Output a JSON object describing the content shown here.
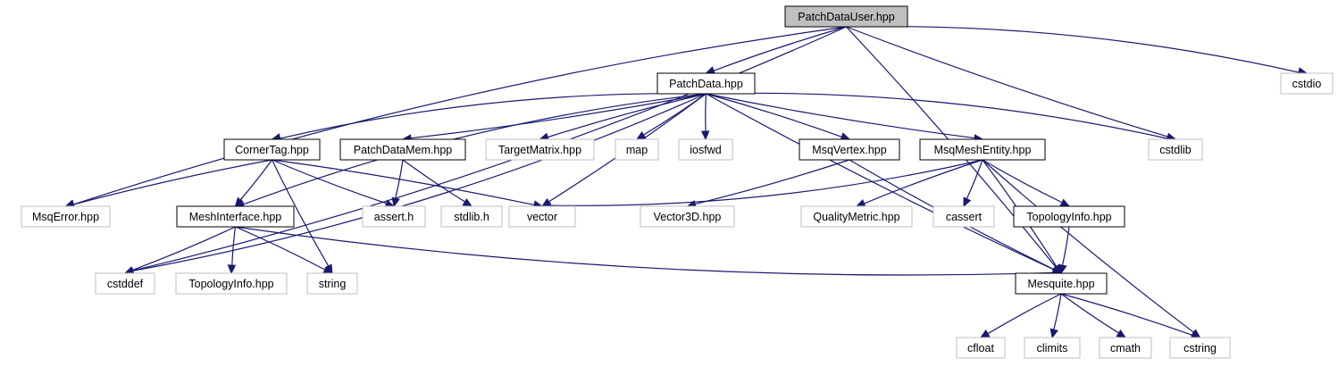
{
  "colors": {
    "edge": "#191970",
    "documented_border": "#000000",
    "external_border": "#bfbfbf",
    "root_fill": "#bfbfbf",
    "node_fill": "#ffffff",
    "text": "#000000"
  },
  "nodes": [
    {
      "id": "PatchDataUser",
      "label": "PatchDataUser.hpp",
      "kind": "root"
    },
    {
      "id": "PatchData",
      "label": "PatchData.hpp",
      "kind": "documented"
    },
    {
      "id": "cstdio",
      "label": "cstdio",
      "kind": "external"
    },
    {
      "id": "CornerTag",
      "label": "CornerTag.hpp",
      "kind": "documented"
    },
    {
      "id": "PatchDataMem",
      "label": "PatchDataMem.hpp",
      "kind": "documented"
    },
    {
      "id": "TargetMatrix",
      "label": "TargetMatrix.hpp",
      "kind": "external"
    },
    {
      "id": "map",
      "label": "map",
      "kind": "external"
    },
    {
      "id": "iosfwd",
      "label": "iosfwd",
      "kind": "external"
    },
    {
      "id": "MsqVertex",
      "label": "MsqVertex.hpp",
      "kind": "documented"
    },
    {
      "id": "MsqMeshEntity",
      "label": "MsqMeshEntity.hpp",
      "kind": "documented"
    },
    {
      "id": "cstdlib",
      "label": "cstdlib",
      "kind": "external"
    },
    {
      "id": "MsqError",
      "label": "MsqError.hpp",
      "kind": "external"
    },
    {
      "id": "MeshInterface",
      "label": "MeshInterface.hpp",
      "kind": "documented"
    },
    {
      "id": "assert_h",
      "label": "assert.h",
      "kind": "external"
    },
    {
      "id": "stdlib_h",
      "label": "stdlib.h",
      "kind": "external"
    },
    {
      "id": "vector",
      "label": "vector",
      "kind": "external"
    },
    {
      "id": "Vector3D",
      "label": "Vector3D.hpp",
      "kind": "external"
    },
    {
      "id": "QualityMetric",
      "label": "QualityMetric.hpp",
      "kind": "external"
    },
    {
      "id": "cassert",
      "label": "cassert",
      "kind": "external"
    },
    {
      "id": "TopologyInfo_doc",
      "label": "TopologyInfo.hpp",
      "kind": "documented"
    },
    {
      "id": "cstddef",
      "label": "cstddef",
      "kind": "external"
    },
    {
      "id": "TopologyInfo_ext",
      "label": "TopologyInfo.hpp",
      "kind": "external"
    },
    {
      "id": "string",
      "label": "string",
      "kind": "external"
    },
    {
      "id": "Mesquite",
      "label": "Mesquite.hpp",
      "kind": "documented"
    },
    {
      "id": "cfloat",
      "label": "cfloat",
      "kind": "external"
    },
    {
      "id": "climits",
      "label": "climits",
      "kind": "external"
    },
    {
      "id": "cmath",
      "label": "cmath",
      "kind": "external"
    },
    {
      "id": "cstring",
      "label": "cstring",
      "kind": "external"
    }
  ],
  "edges": [
    [
      "PatchDataUser",
      "PatchData"
    ],
    [
      "PatchDataUser",
      "cstdio"
    ],
    [
      "PatchDataUser",
      "cstdlib"
    ],
    [
      "PatchDataUser",
      "Mesquite"
    ],
    [
      "PatchDataUser",
      "MsqError"
    ],
    [
      "PatchDataUser",
      "cstddef"
    ],
    [
      "PatchData",
      "CornerTag"
    ],
    [
      "PatchData",
      "PatchDataMem"
    ],
    [
      "PatchData",
      "TargetMatrix"
    ],
    [
      "PatchData",
      "map"
    ],
    [
      "PatchData",
      "iosfwd"
    ],
    [
      "PatchData",
      "MsqVertex"
    ],
    [
      "PatchData",
      "MsqMeshEntity"
    ],
    [
      "PatchData",
      "cstdlib"
    ],
    [
      "PatchData",
      "Mesquite"
    ],
    [
      "PatchData",
      "vector"
    ],
    [
      "PatchData",
      "MeshInterface"
    ],
    [
      "PatchData",
      "cstddef"
    ],
    [
      "CornerTag",
      "MsqError"
    ],
    [
      "CornerTag",
      "MeshInterface"
    ],
    [
      "CornerTag",
      "assert_h"
    ],
    [
      "CornerTag",
      "vector"
    ],
    [
      "CornerTag",
      "string"
    ],
    [
      "PatchDataMem",
      "assert_h"
    ],
    [
      "PatchDataMem",
      "stdlib_h"
    ],
    [
      "MsqVertex",
      "Vector3D"
    ],
    [
      "MsqVertex",
      "Mesquite"
    ],
    [
      "MsqMeshEntity",
      "vector"
    ],
    [
      "MsqMeshEntity",
      "QualityMetric"
    ],
    [
      "MsqMeshEntity",
      "cassert"
    ],
    [
      "MsqMeshEntity",
      "TopologyInfo_doc"
    ],
    [
      "MsqMeshEntity",
      "Mesquite"
    ],
    [
      "MsqMeshEntity",
      "cstring"
    ],
    [
      "MeshInterface",
      "cstddef"
    ],
    [
      "MeshInterface",
      "TopologyInfo_ext"
    ],
    [
      "MeshInterface",
      "string"
    ],
    [
      "MeshInterface",
      "Mesquite"
    ],
    [
      "TopologyInfo_doc",
      "Mesquite"
    ],
    [
      "Mesquite",
      "cfloat"
    ],
    [
      "Mesquite",
      "climits"
    ],
    [
      "Mesquite",
      "cmath"
    ],
    [
      "Mesquite",
      "cstring"
    ]
  ]
}
